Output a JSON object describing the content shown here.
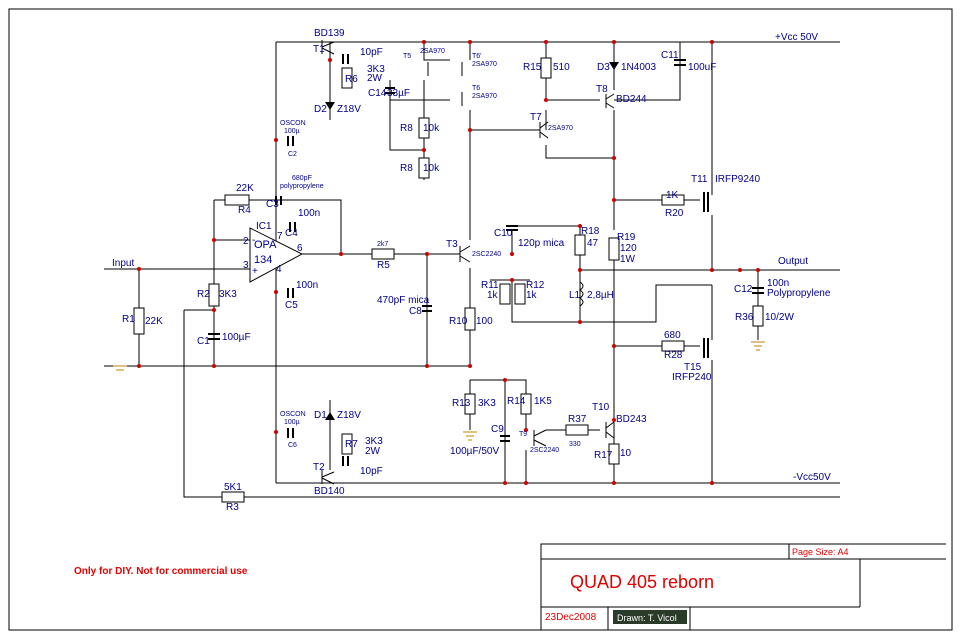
{
  "rails": {
    "vcc": "+Vcc 50V",
    "vee": "-Vcc50V"
  },
  "io": {
    "input": "Input",
    "output": "Output"
  },
  "note": "Only for DIY. Not for commercial use",
  "title_block": {
    "page_size": "Page Size: A4",
    "title": "QUAD 405 reborn",
    "date": "23Dec2008",
    "drawn": "Drawn: T. Vicol"
  },
  "labels": {
    "t1": "T1",
    "bd139": "BD139",
    "c_10pf_t": "10pF",
    "r6": "R6",
    "r6v": "3K3",
    "r6w": "2W",
    "d2": "D2",
    "d2v": "Z18V",
    "c14": "C14",
    "c14v": "33µF",
    "oscon_t": "OSCON",
    "oscon_tv": "100µ",
    "c2": "C2",
    "t5": "T5",
    "t5p": "2SA970",
    "t6p": "T6'",
    "t6pp": "2SA970",
    "t6": "T6",
    "t6x": "2SA970",
    "r8a": "R8",
    "r8av": "10k",
    "r8b": "R8",
    "r8bv": "10k",
    "r15": "R15",
    "r15v": "510",
    "d3": "D3",
    "d3v": "1N4003",
    "c11": "C11",
    "c11v": "100uF",
    "t8": "T8",
    "t8v": "BD244",
    "t7": "T7",
    "t7v": "2SA970",
    "t11": "T11",
    "t11v": "IRFP9240",
    "r20": "R20",
    "r20v": "1K",
    "r4": "R4",
    "r4v": "22K",
    "c3v": "680pF",
    "c3vv": "polypropylene",
    "c3": "C3",
    "c4": "C4",
    "c4v": "100n",
    "ic1": "IC1",
    "opa": "OPA",
    "opa2": "134",
    "p2": "2",
    "p3": "3",
    "p4": "4",
    "p6": "6",
    "p7": "7",
    "r5": "R5",
    "r5v": "2k7",
    "t3": "T3",
    "t3v": "2SC2240",
    "c10": "C10",
    "c10v": "120p mica",
    "r18": "R18",
    "r18v": "47",
    "r19": "R19",
    "r19v": "120",
    "r19w": "1W",
    "c5": "C5",
    "c5v": "100n",
    "r2": "R2",
    "r2v": "3K3",
    "r1": "R1",
    "r1v": "22K",
    "c1": "C1",
    "c1v": "100µF",
    "c8": "C8",
    "c8v": "470pF mica",
    "r10": "R10",
    "r10v": "100",
    "r11": "R11",
    "r11v": "1k",
    "r12": "R12",
    "r12v": "1k",
    "l1": "L1",
    "l1v": "2,8µH",
    "c12": "C12",
    "c12v": "100n",
    "c12w": "Polypropylene",
    "r36": "R36",
    "r36v": "10/2W",
    "r28": "R28",
    "r28v": "680",
    "t15": "T15",
    "t15v": "IRFP240",
    "d1": "D1",
    "d1v": "Z18V",
    "oscon_b": "OSCON",
    "oscon_bv": "100µ",
    "c6": "C6",
    "r7": "R7",
    "r7v": "3K3",
    "r7w": "2W",
    "t2": "T2",
    "bd140": "BD140",
    "c_10pf_b": "10pF",
    "r13": "R13",
    "r13v": "3K3",
    "r14": "R14",
    "r14v": "1K5",
    "c9": "C9",
    "c9v": "100µF/50V",
    "t9": "T9",
    "t9v": "2SC2240",
    "r37": "R37",
    "r37v": "330",
    "t10": "T10",
    "t10v": "BD243",
    "r17": "R17",
    "r17v": "10",
    "r3": "R3",
    "r3v": "5K1",
    "plus": "+",
    "minus": "-"
  }
}
